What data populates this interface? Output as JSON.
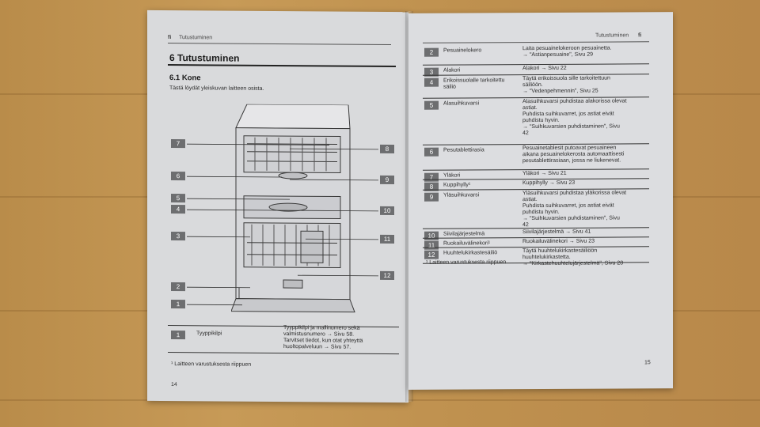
{
  "left_page": {
    "header_mark": "fi",
    "header": "Tutustuminen",
    "chapter_title": "6 Tutustuminen",
    "section_title": "6.1 Kone",
    "intro": "Tästä löydät yleiskuvan laitteen osista.",
    "callouts_left": [
      "7",
      "6",
      "5",
      "4",
      "3",
      "2",
      "1"
    ],
    "callouts_right": [
      "8",
      "9",
      "10",
      "11",
      "12"
    ],
    "table_row": {
      "num": "1",
      "name": "Tyyppikilpi",
      "desc_lines": [
        "Tyyppikilpi ja mallinumero sekä",
        "valmistusnumero → Sivu 58.",
        "Tarvitset tiedot, kun otat yhteyttä",
        "huoltopalveluun → Sivu 57."
      ]
    },
    "footnote": "¹ Laitteen varustuksesta riippuen",
    "page_number": "14"
  },
  "right_page": {
    "header": "Tutustuminen",
    "header_mark": "fi",
    "rows": [
      {
        "num": "2",
        "name_lines": [
          "Pesuainelokero"
        ],
        "desc_lines": [
          "Laita pesuainelokeroon pesuainetta.",
          "→ \"Astianpesuaine\", Sivu 29"
        ]
      },
      {
        "num": "3",
        "name_lines": [
          "Alakori"
        ],
        "desc_lines": [
          "Alakori → Sivu 22"
        ]
      },
      {
        "num": "4",
        "name_lines": [
          "Erikoissuolalle tarkoitettu",
          "säiliö"
        ],
        "desc_lines": [
          "Täytä erikoissuola sille tarkoitettuun",
          "säiliöön.",
          "→ \"Vedenpehmennin\", Sivu 25"
        ]
      },
      {
        "num": "5",
        "name_lines": [
          "Alasuihkuvarsi"
        ],
        "desc_lines": [
          "Alasuihkuvarsi puhdistaa alakorissa olevat",
          "astiat.",
          "Puhdista suihkuvarret, jos astiat eivät",
          "puhdistu hyvin.",
          "→ \"Suihkuvarsien puhdistaminen\", Sivu",
          "42"
        ]
      },
      {
        "num": "6",
        "name_lines": [
          "Pesutablettirasia"
        ],
        "desc_lines": [
          "Pesuainetablesit putoavat pesuaineen",
          "aikana pesuainelokerosta automaattisesti",
          "pesutablettirasiaan, jossa ne liukenevat."
        ]
      },
      {
        "num": "7",
        "name_lines": [
          "Yläkori"
        ],
        "desc_lines": [
          "Yläkori → Sivu 21"
        ]
      },
      {
        "num": "8",
        "name_lines": [
          "Kuppihylly¹"
        ],
        "desc_lines": [
          "Kuppihylly → Sivu 23"
        ]
      },
      {
        "num": "9",
        "name_lines": [
          "Yläsuihkuvarsi"
        ],
        "desc_lines": [
          "Yläsuihkuvarsi puhdistaa yläkorissa olevat",
          "astiat.",
          "Puhdista suihkuvarret, jos astiat eivät",
          "puhdistu hyvin.",
          "→ \"Suihkuvarsien puhdistaminen\", Sivu",
          "42"
        ]
      },
      {
        "num": "10",
        "name_lines": [
          "Siivilajärjestelmä"
        ],
        "desc_lines": [
          "Siivilajärjestelmä → Sivu 41"
        ]
      },
      {
        "num": "11",
        "name_lines": [
          "Ruokailuvälinekori¹"
        ],
        "desc_lines": [
          "Ruokailuvälinekori → Sivu 23"
        ]
      },
      {
        "num": "12",
        "name_lines": [
          "Huuhtelukirkastesäiliö"
        ],
        "desc_lines": [
          "Täytä huuhtelukirkastesäiliöön",
          "huuhtelukirkastetta.",
          "→ \"Kirkastehuuhtelujärjestelmä\", Sivu 28"
        ]
      }
    ],
    "footnote": "¹ Laitteen varustuksesta riippuen",
    "page_number": "15"
  }
}
